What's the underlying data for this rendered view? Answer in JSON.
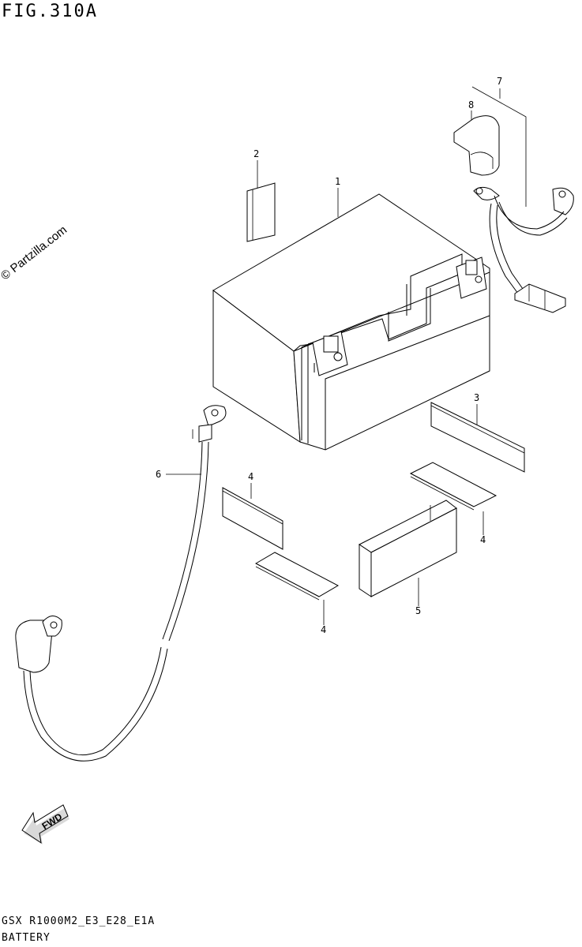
{
  "figure": {
    "title": "FIG.310A",
    "watermark": "© Partzilla.com",
    "footer_code": "GSX R1000M2_E3_E28_E1A",
    "footer_name": "BATTERY",
    "fwd_label": "FWD"
  },
  "callouts": [
    {
      "id": "c1",
      "label": "1"
    },
    {
      "id": "c2",
      "label": "2"
    },
    {
      "id": "c3",
      "label": "3"
    },
    {
      "id": "c4a",
      "label": "4"
    },
    {
      "id": "c4b",
      "label": "4"
    },
    {
      "id": "c4c",
      "label": "4"
    },
    {
      "id": "c5",
      "label": "5"
    },
    {
      "id": "c6",
      "label": "6"
    },
    {
      "id": "c7",
      "label": "7"
    },
    {
      "id": "c8",
      "label": "8"
    }
  ]
}
